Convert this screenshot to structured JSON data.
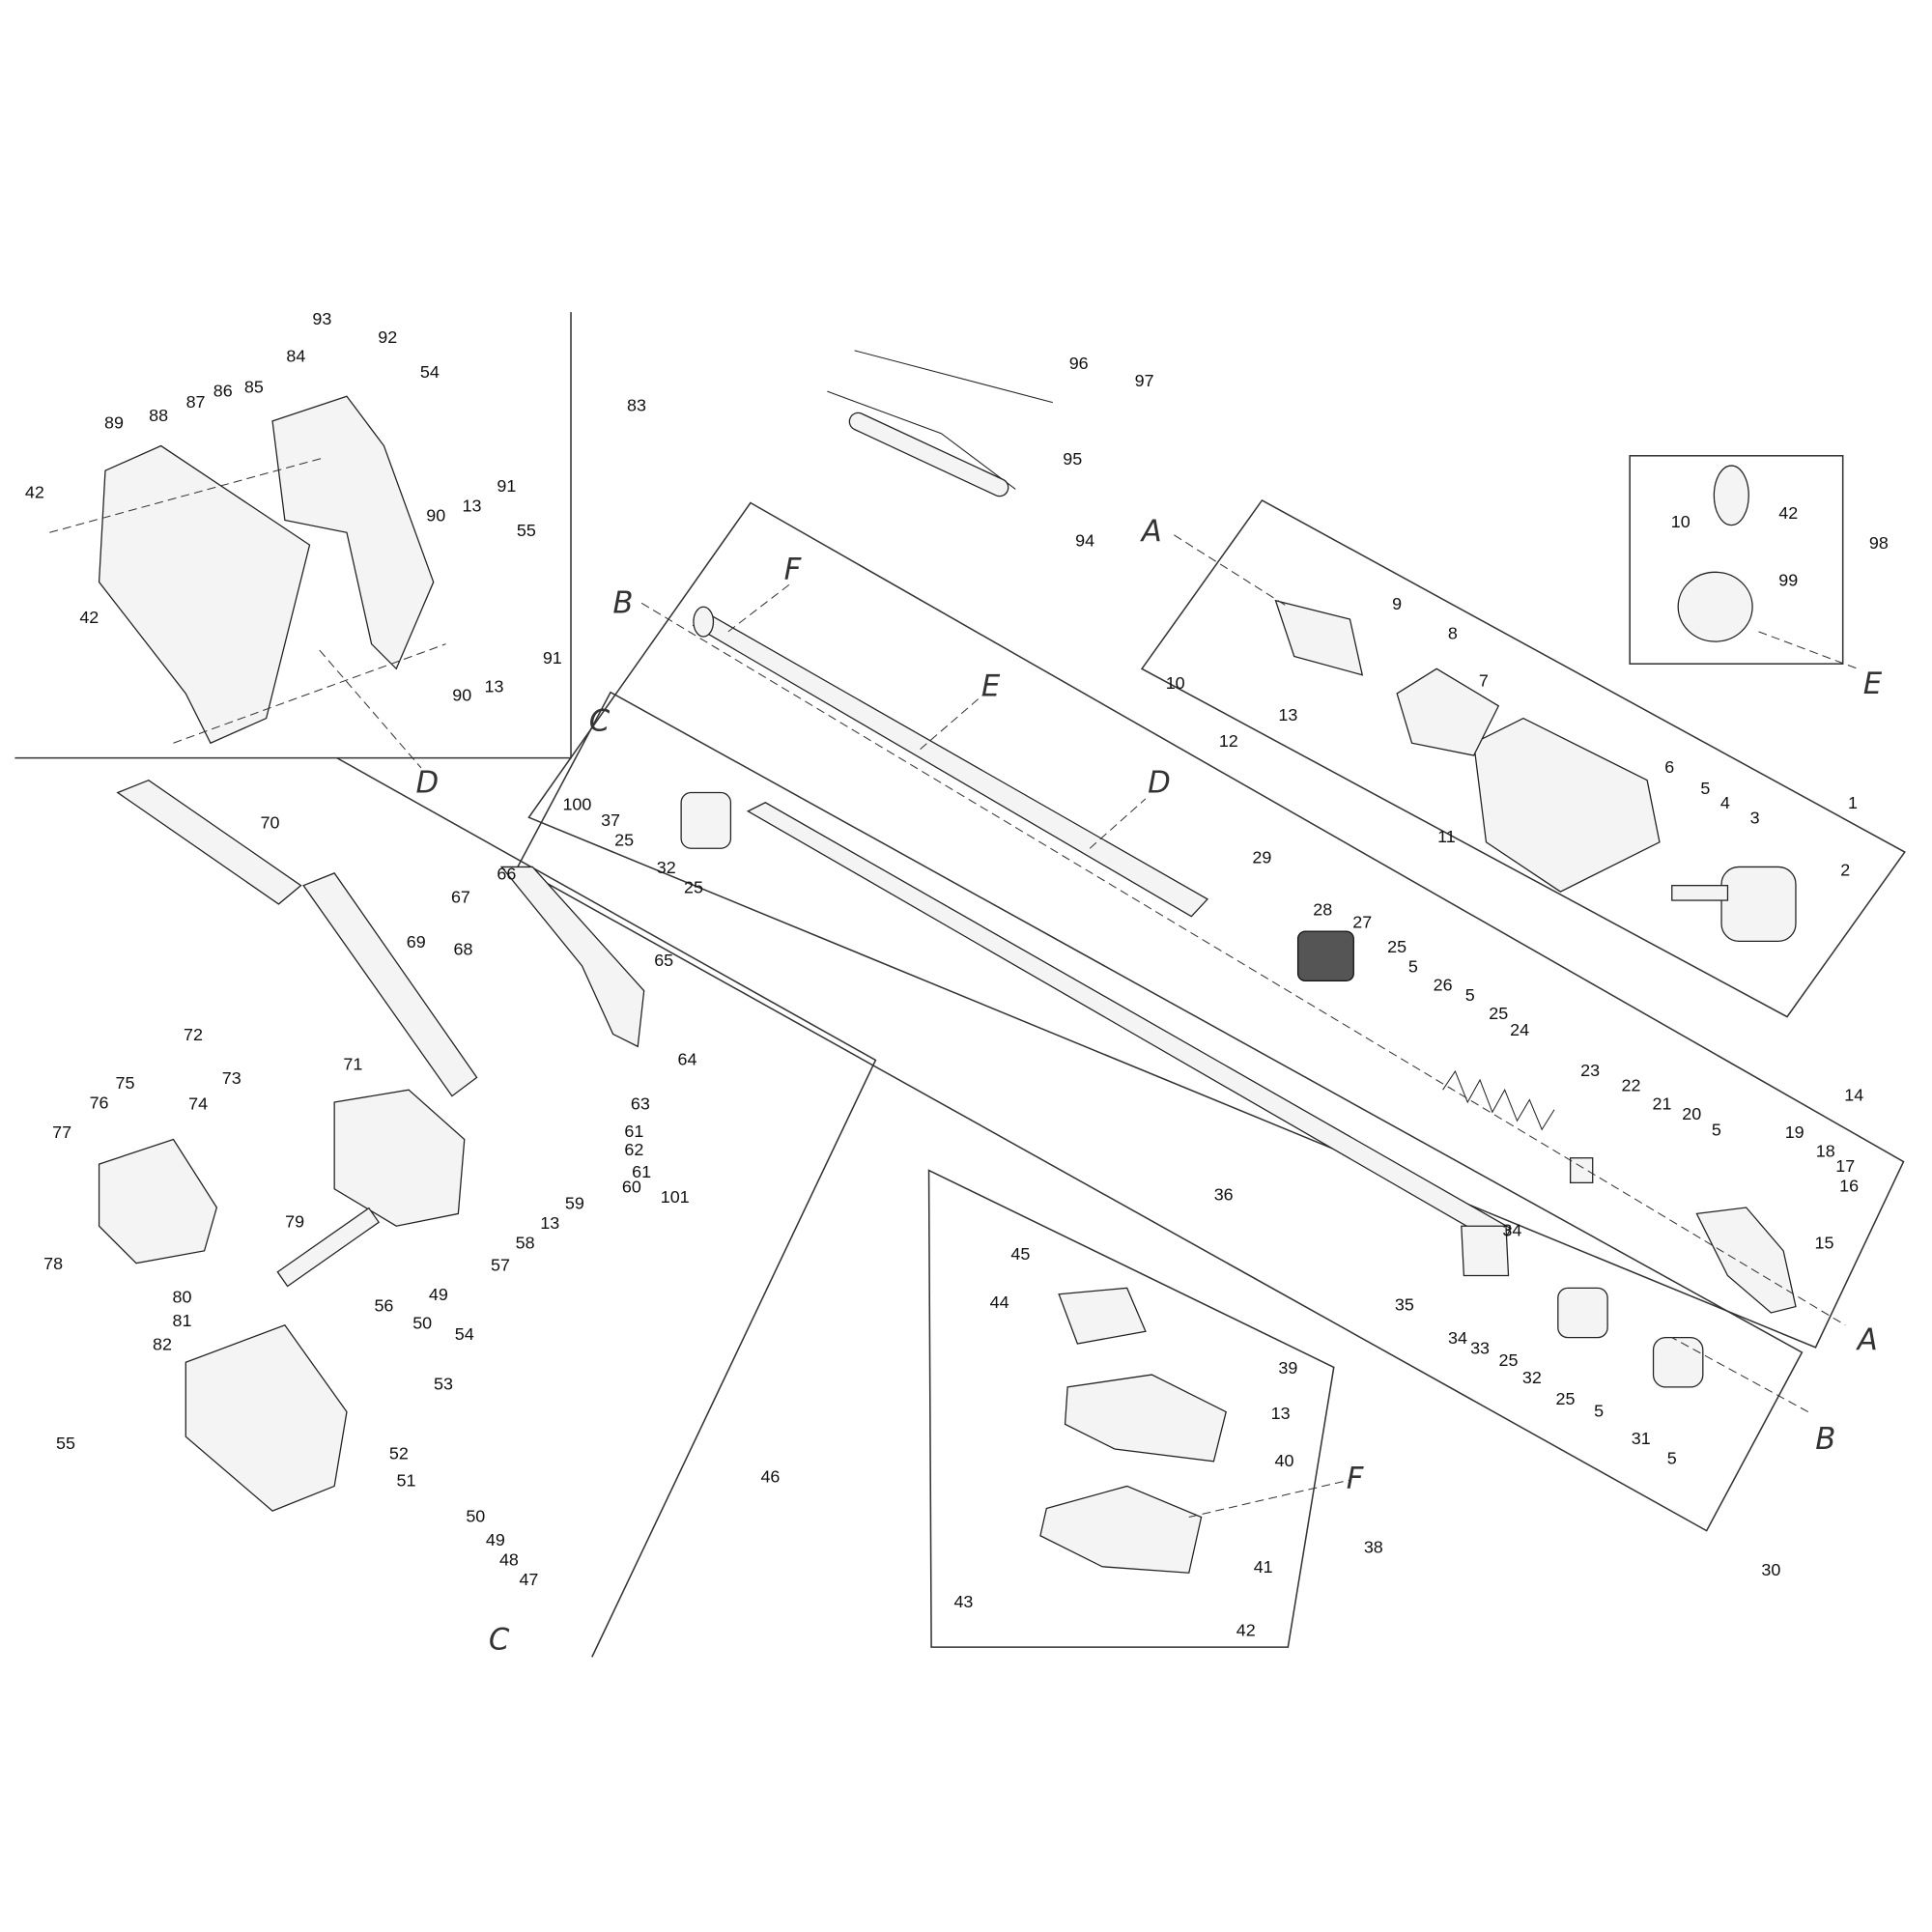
{
  "diagram": {
    "type": "exploded parts diagram",
    "labels": [
      "93",
      "92",
      "84",
      "54",
      "87",
      "86",
      "85",
      "89",
      "88",
      "83",
      "91",
      "90",
      "13",
      "42",
      "55",
      "42",
      "91",
      "90",
      "13",
      "96",
      "97",
      "95",
      "94",
      "10",
      "42",
      "98",
      "99",
      "9",
      "8",
      "7",
      "10",
      "13",
      "12",
      "6",
      "5",
      "4",
      "3",
      "1",
      "11",
      "2",
      "29",
      "28",
      "27",
      "25",
      "5",
      "26",
      "5",
      "25",
      "24",
      "23",
      "22",
      "21",
      "20",
      "19",
      "18",
      "17",
      "16",
      "5",
      "14",
      "15",
      "100",
      "37",
      "25",
      "32",
      "25",
      "34",
      "35",
      "34",
      "33",
      "25",
      "32",
      "25",
      "5",
      "31",
      "5",
      "30",
      "36",
      "45",
      "44",
      "39",
      "13",
      "40",
      "38",
      "41",
      "43",
      "42",
      "70",
      "66",
      "67",
      "69",
      "68",
      "65",
      "64",
      "72",
      "71",
      "73",
      "63",
      "61",
      "62",
      "61",
      "101",
      "60",
      "59",
      "13",
      "58",
      "57",
      "75",
      "76",
      "77",
      "74",
      "79",
      "78",
      "80",
      "49",
      "50",
      "56",
      "81",
      "82",
      "54",
      "53",
      "55",
      "52",
      "51",
      "50",
      "49",
      "48",
      "47",
      "46"
    ],
    "reference_letters": [
      "A",
      "B",
      "F",
      "E",
      "C",
      "D",
      "D",
      "E",
      "A",
      "B",
      "F",
      "C"
    ]
  }
}
